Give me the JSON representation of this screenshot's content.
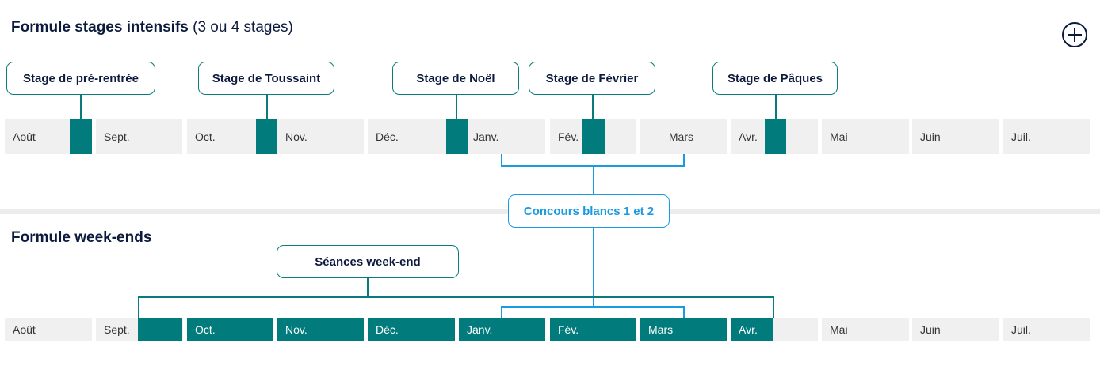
{
  "section1": {
    "title": "Formule stages intensifs",
    "subtitle": "(3 ou 4 stages)"
  },
  "section2": {
    "title": "Formule week-ends"
  },
  "icons": {
    "expand": "plus-circle-icon"
  },
  "colors": {
    "teal": "#017b7b",
    "blue": "#1a9be0",
    "navy": "#0c1a3d",
    "grey": "#f0f0f0"
  },
  "stages": [
    {
      "label": "Stage de pré-rentrée"
    },
    {
      "label": "Stage de Toussaint"
    },
    {
      "label": "Stage de Noël"
    },
    {
      "label": "Stage de Février"
    },
    {
      "label": "Stage de Pâques"
    }
  ],
  "concours": {
    "label": "Concours blancs 1 et 2"
  },
  "weekend": {
    "label": "Séances week-end"
  },
  "months_row1": [
    "Août",
    "Sept.",
    "Oct.",
    "Nov.",
    "Déc.",
    "Janv.",
    "Fév.",
    "Mars",
    "Avr.",
    "Mai",
    "Juin",
    "Juil."
  ],
  "months_row2": [
    "Août",
    "Sept.",
    "Oct.",
    "Nov.",
    "Déc.",
    "Janv.",
    "Fév.",
    "Mars",
    "Avr.",
    "Mai",
    "Juin",
    "Juil."
  ]
}
